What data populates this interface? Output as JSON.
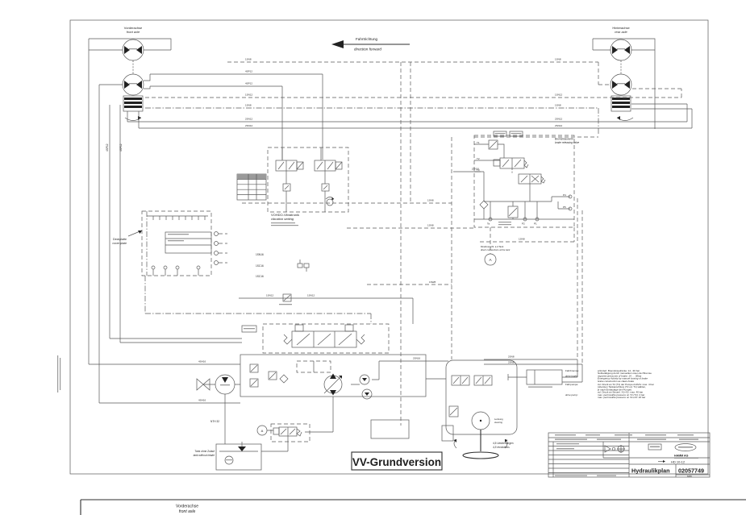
{
  "colors": {
    "paper": "#ffffff",
    "ink": "#585858",
    "text": "#1d1d1d"
  },
  "sheet": {
    "direction_de": "Fahrtrichtung",
    "direction_en": "direction forward",
    "front_axle_de": "Vorderachse",
    "front_axle_en": "front axle",
    "rear_axle_de": "Hinterachse",
    "rear_axle_en": "rear axle",
    "version_title": "VV-Grundversion"
  },
  "pipes": {
    "left": [
      "1SN8",
      "4SP12",
      "4SP12",
      "1SN12",
      "1SN8",
      "2SN12",
      "2SN12"
    ],
    "right": [
      "1SN8",
      "1SN12",
      "1SN8",
      "2SN12",
      "2SN12"
    ],
    "vert": [
      "4SP12",
      "4SP12"
    ],
    "mid1": "1SN16",
    "mid2": "1SC16",
    "mid3": "1SC16",
    "mid4": "1SN12",
    "mid5": "1SN12",
    "mid6": "1SW8",
    "mid7": "1SN8",
    "mid8": "1SN8",
    "mid9": "1SN8",
    "s216a": "2SN16",
    "s216b": "2SN16",
    "s28a": "2SN8",
    "s28b": "2SN8",
    "sh16a": "4SH16",
    "sh16b": "4SH16",
    "nth": "NTH 32"
  },
  "labels": {
    "cover_plate_de": "Deckplatte",
    "cover_plate_en": "cover plate",
    "vibration_de": "VOHDO-Vibratronik",
    "vibration_en": "vibration setting",
    "brake_valve_de": "Bremslöseventil",
    "brake_valve_en": "brake releasing valve",
    "tank_direct_de": "Direktverschl. a.d.Tank",
    "tank_direct_en": "direct connections at the tank",
    "tank_de": "Tank ohne Zulauf",
    "tank_en": "tank without intake",
    "steering_de": "Lenkung",
    "steering_en": "steering",
    "revolutions_de": "4,5 Umdrehungen",
    "revolutions_en": "4,5 revolutions",
    "connector_a": "A"
  },
  "ports": {
    "t1": "T1",
    "t2": "T2",
    "t3": "T3",
    "p4": "P4",
    "p5": "P5",
    "ta": "Ta",
    "p2": "P2",
    "p1": "P1"
  },
  "notes": {
    "rows": [
      {
        "label": "Fahrbremse:",
        "text": "erforderl. Bremslösedrücke: 14...30 bar"
      },
      {
        "label": "",
        "text": "Notbetätigung durch manuelles Lösen der Bremse"
      },
      {
        "label": "drive brake:",
        "text": "required pressures of brake: 14 .... 30bar"
      },
      {
        "label": "",
        "text": "Emergency Activity by manuel loosing of brake"
      },
      {
        "label": "",
        "text": "brake construction as claws brake"
      },
      {
        "label": "Fahrpumpe:",
        "text": "zul. Druck an T2 (T1) der Pumpe A10VG: max. 4 bar"
      },
      {
        "label": "",
        "text": "(obersten Tankanschluss (T2 od. T1) wählen,"
      },
      {
        "label": "",
        "text": "je nach Einbaulage der Pumpe)"
      },
      {
        "label": "",
        "text": "zul. Druck an Steuerl. X1+X2: max. 40 bar"
      },
      {
        "label": "drive pump:",
        "text": "max. permissible pressure on T2 (T1): 4 bar"
      },
      {
        "label": "",
        "text": "max. permissible pressure on X1+X2: 40 bar"
      }
    ]
  },
  "titleblock": {
    "company": "HAMM AG",
    "model": "HD 10-12",
    "doc_type": "Hydraulikplan",
    "doc_number": "02057749",
    "sheet_code": "6065"
  },
  "page2": {
    "front_axle_de": "Vorderachse",
    "front_axle_en": "front axle"
  }
}
